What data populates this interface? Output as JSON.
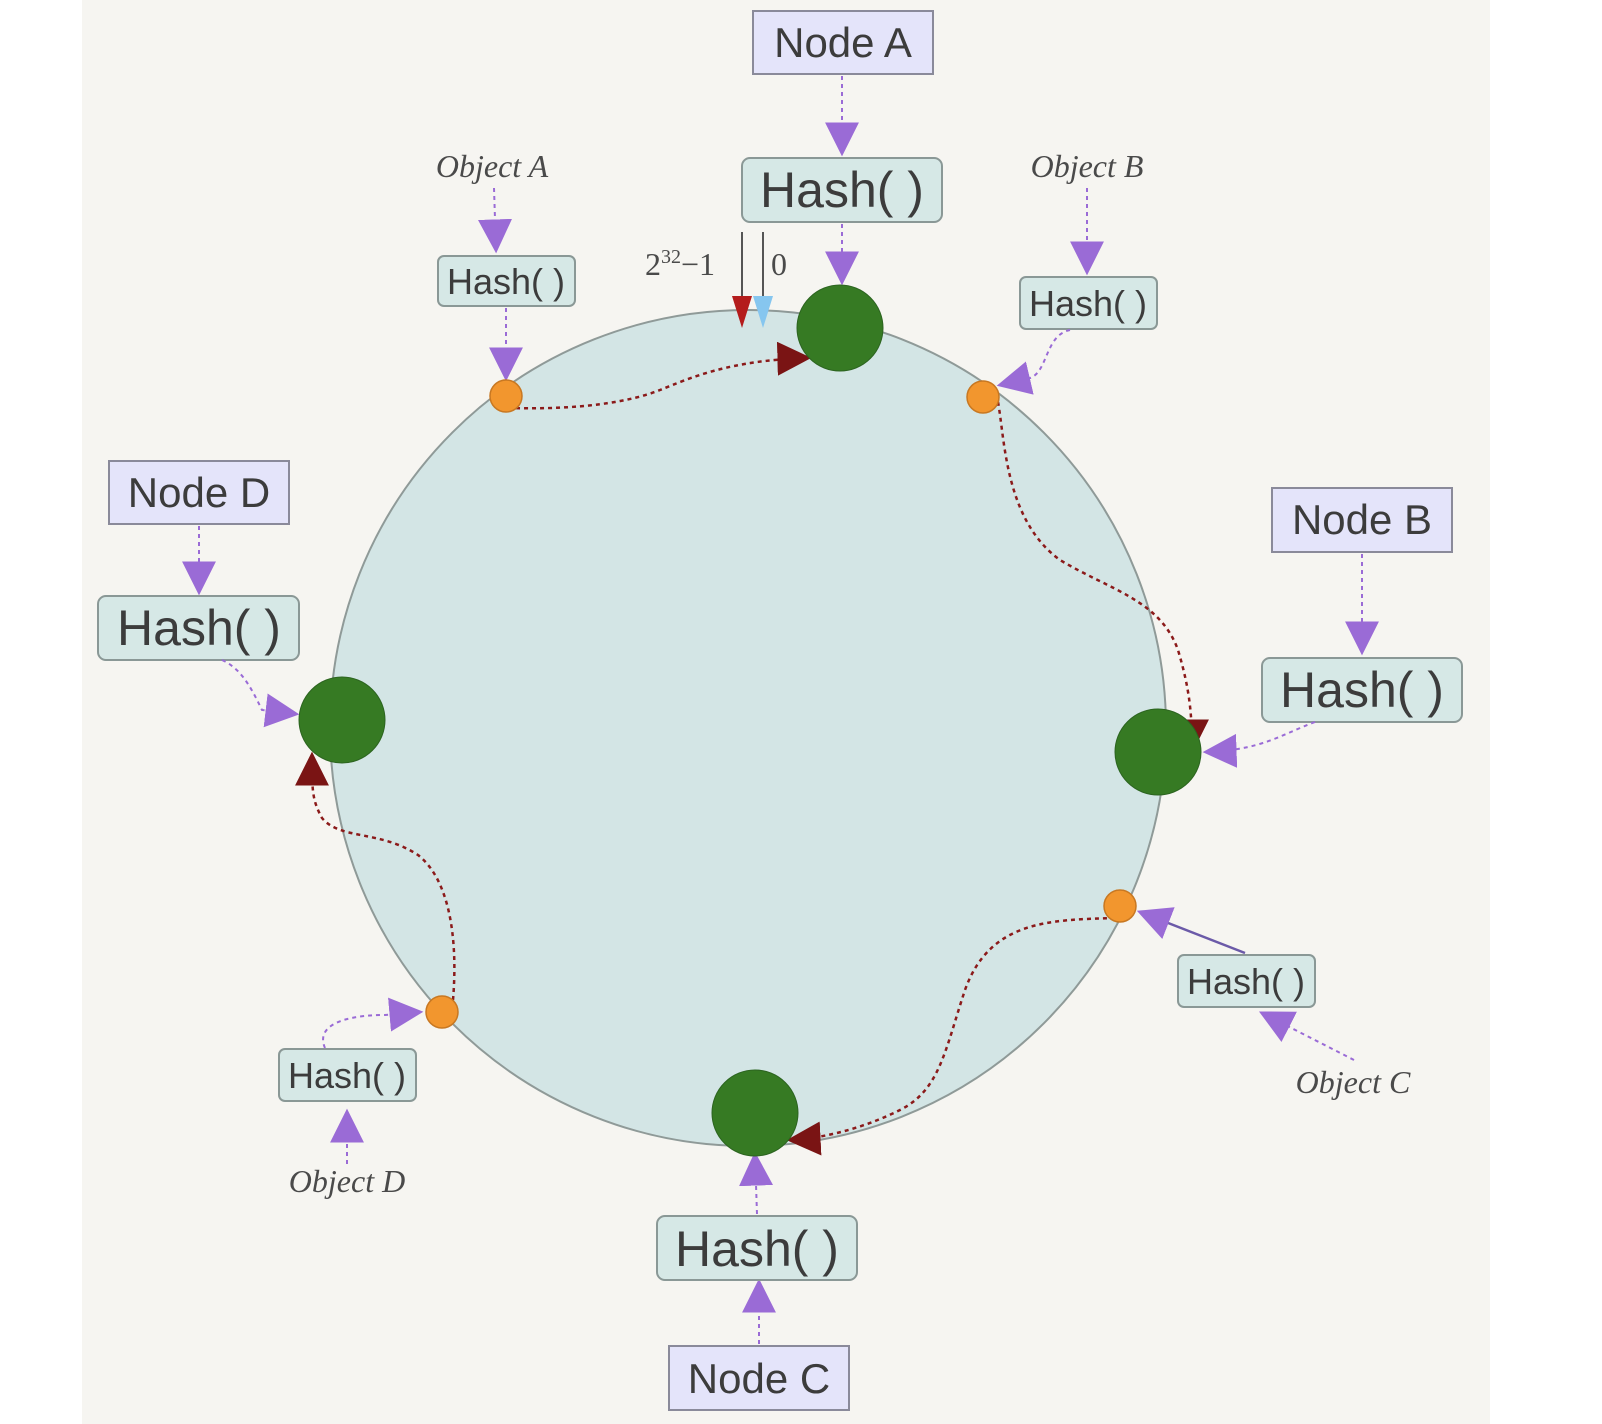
{
  "colors": {
    "ring_fill": "#d3e5e5",
    "node_box_fill": "#e4e4fa",
    "hash_box_fill": "#d6e8e6",
    "server_point": "#367a23",
    "object_point": "#f2962e",
    "assignment_arrow": "#8b1a1a",
    "hash_arrow": "#9a6bd6",
    "zero_marker": "#86c6ef",
    "max_marker": "#b41c1c"
  },
  "ring": {
    "max_label_base": "2",
    "max_label_exp": "32",
    "max_label_tail": "−1",
    "zero_label": "0"
  },
  "nodes": [
    {
      "id": "a",
      "label": "Node A",
      "hash_label": "Hash( )"
    },
    {
      "id": "b",
      "label": "Node B",
      "hash_label": "Hash( )"
    },
    {
      "id": "c",
      "label": "Node C",
      "hash_label": "Hash( )"
    },
    {
      "id": "d",
      "label": "Node D",
      "hash_label": "Hash( )"
    }
  ],
  "objects": [
    {
      "id": "a",
      "label": "Object A",
      "hash_label": "Hash( )"
    },
    {
      "id": "b",
      "label": "Object B",
      "hash_label": "Hash( )"
    },
    {
      "id": "c",
      "label": "Object C",
      "hash_label": "Hash( )"
    },
    {
      "id": "d",
      "label": "Object D",
      "hash_label": "Hash( )"
    }
  ]
}
